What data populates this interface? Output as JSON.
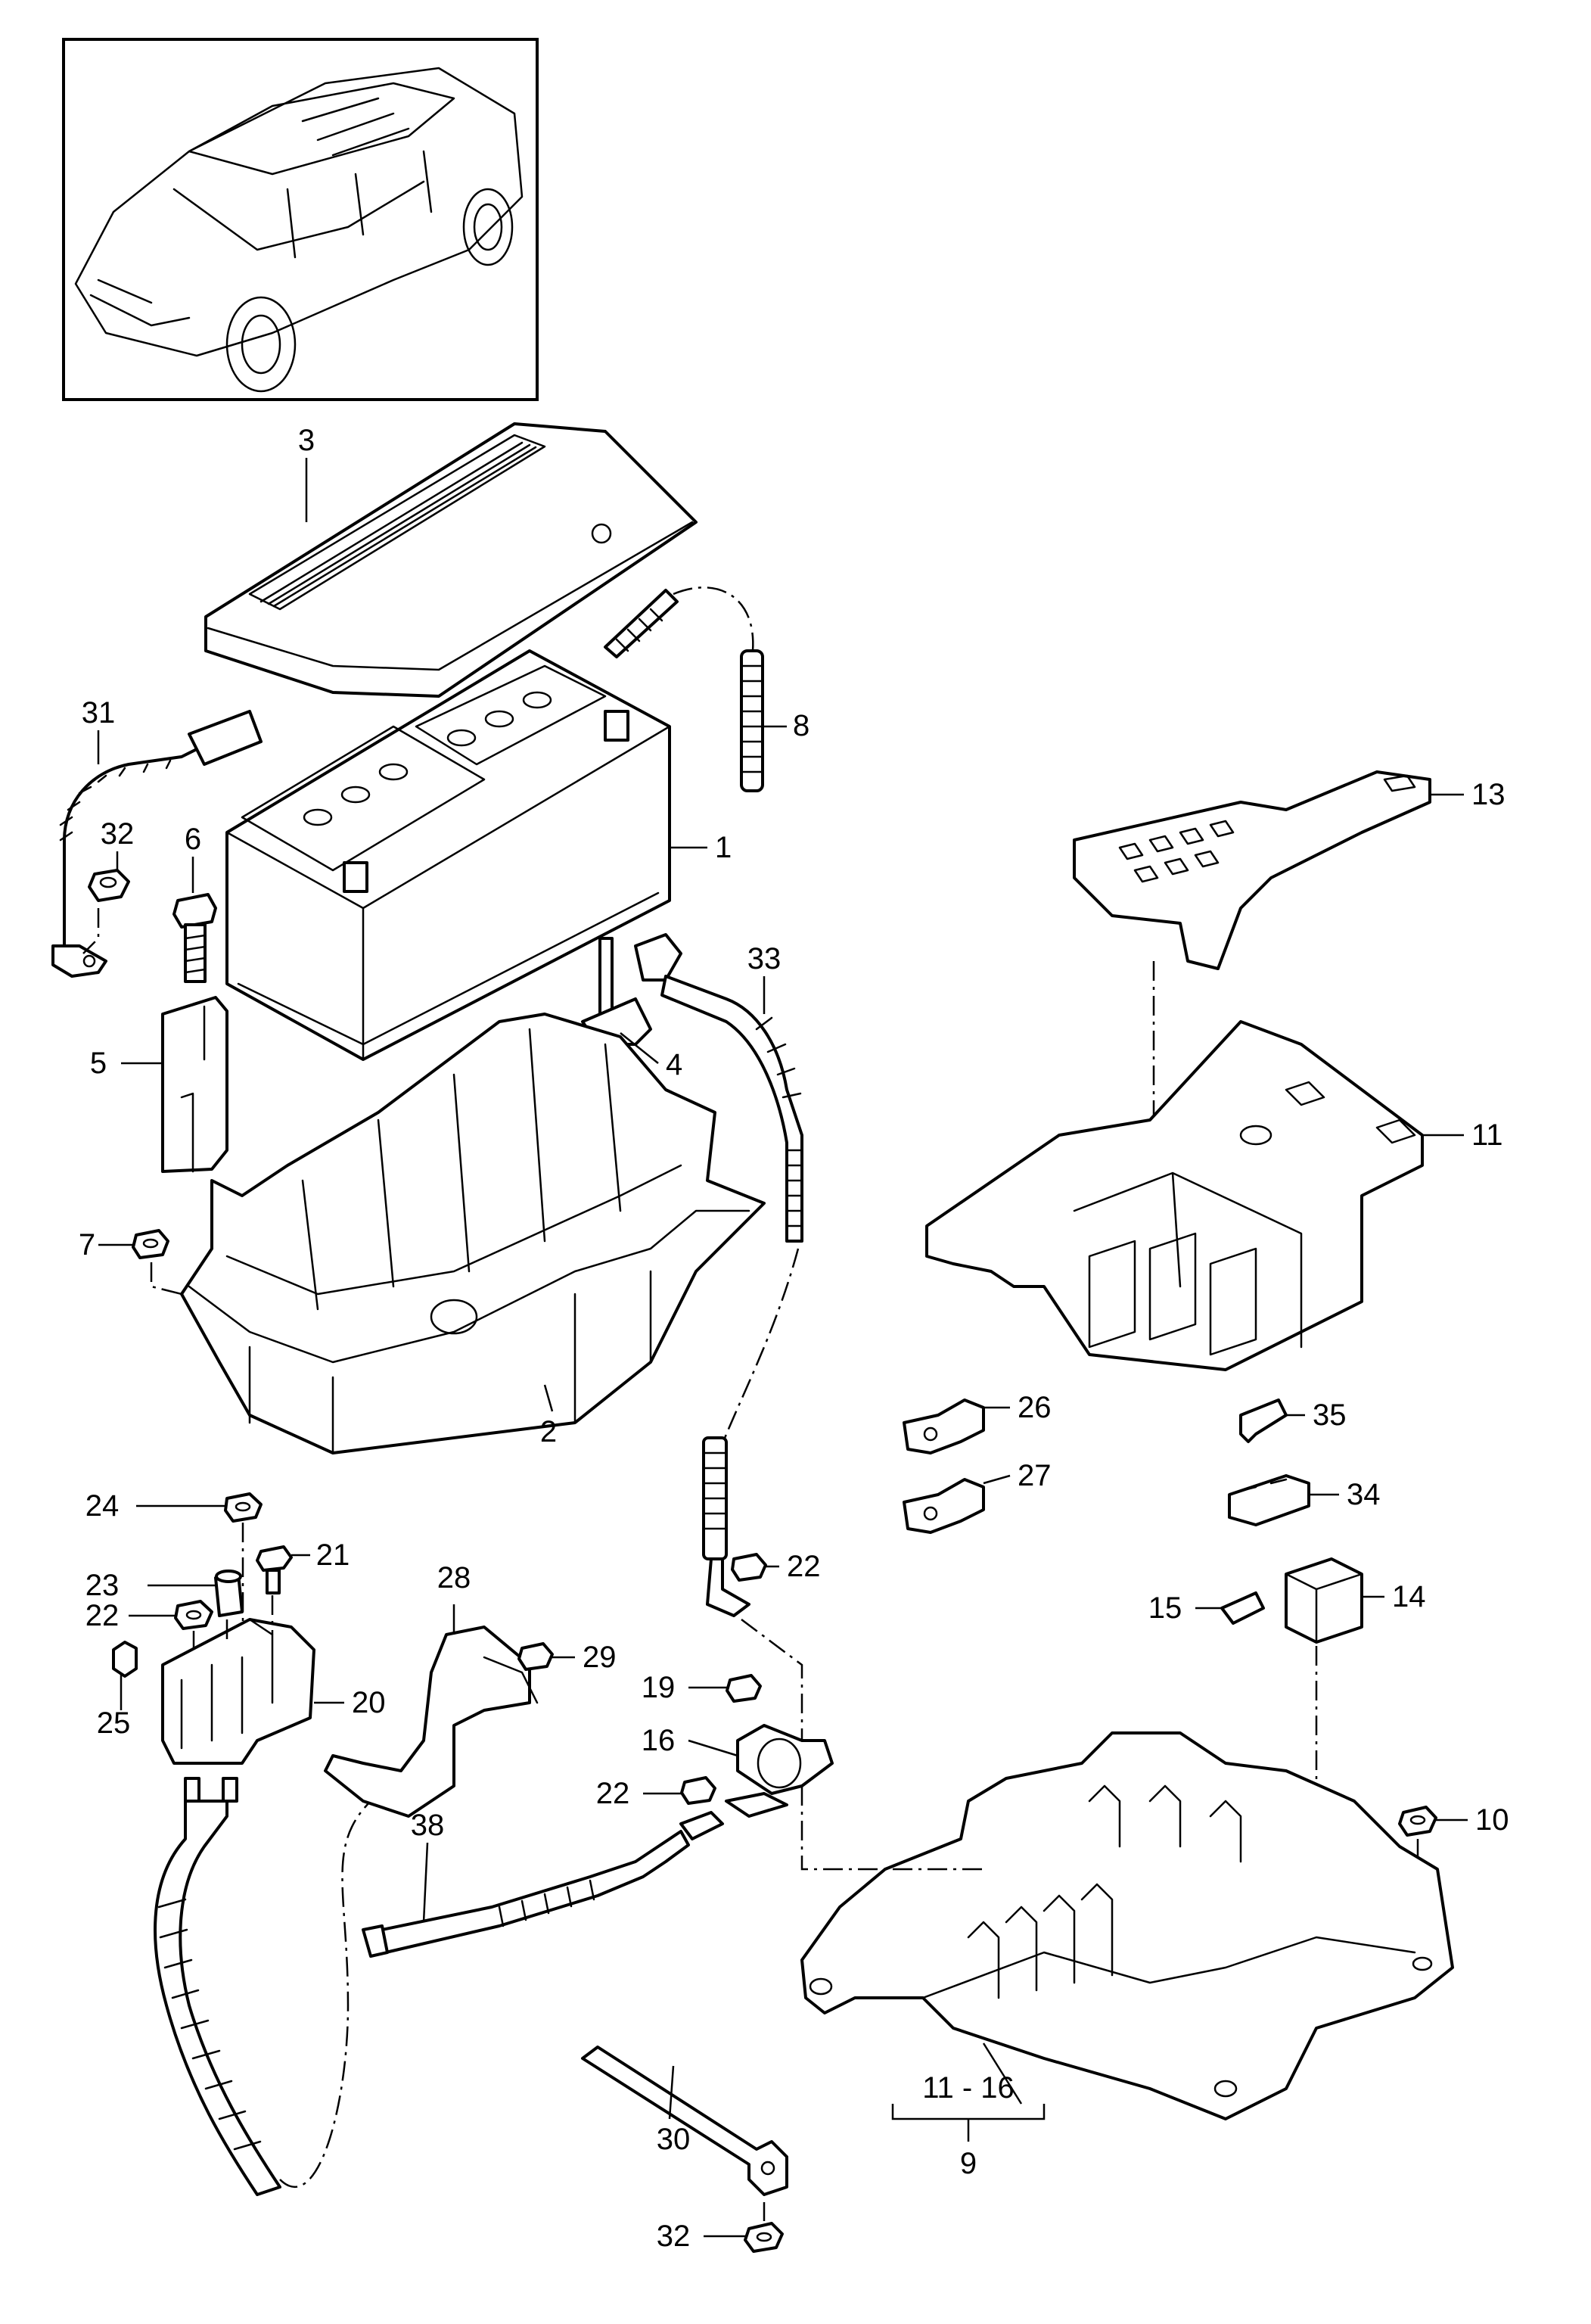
{
  "diagram": {
    "callouts": [
      "3",
      "8",
      "31",
      "32",
      "6",
      "1",
      "13",
      "33",
      "4",
      "5",
      "11",
      "7",
      "2",
      "26",
      "35",
      "27",
      "34",
      "24",
      "21",
      "23",
      "22",
      "22",
      "28",
      "14",
      "15",
      "29",
      "19",
      "20",
      "25",
      "16",
      "22",
      "10",
      "38",
      "30",
      "11 - 16",
      "9",
      "32"
    ]
  }
}
